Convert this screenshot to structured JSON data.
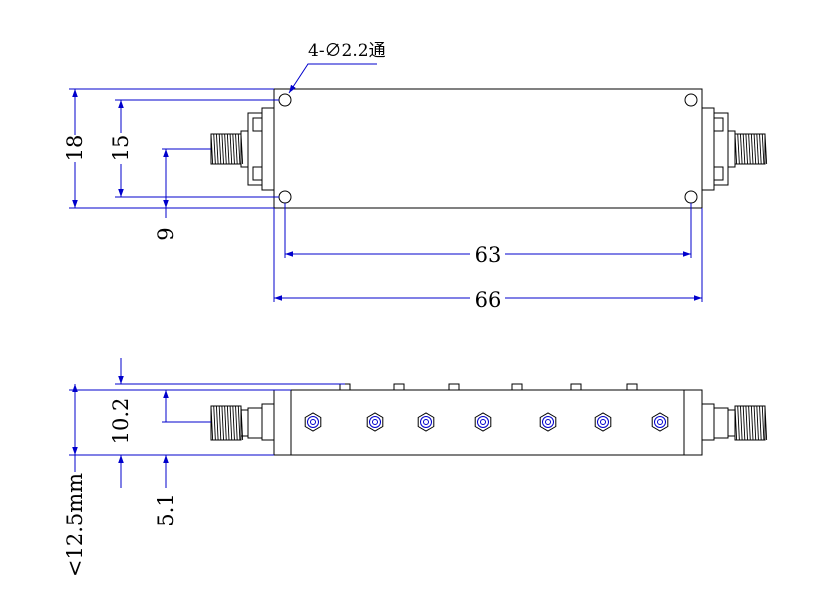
{
  "colors": {
    "outline": "#000000",
    "dimension": "#0000cc",
    "background": "#ffffff"
  },
  "top_view": {
    "hole_note": "4-∅2.2通",
    "dims": {
      "height_total": "18",
      "hole_spacing_v": "15",
      "connector_center": "9",
      "hole_spacing_h": "63",
      "length_total": "66"
    }
  },
  "side_view": {
    "dims": {
      "height_total": "<12.5mm",
      "body_height": "10.2",
      "connector_center": "5.1"
    },
    "tuning_screw_count": 7
  }
}
